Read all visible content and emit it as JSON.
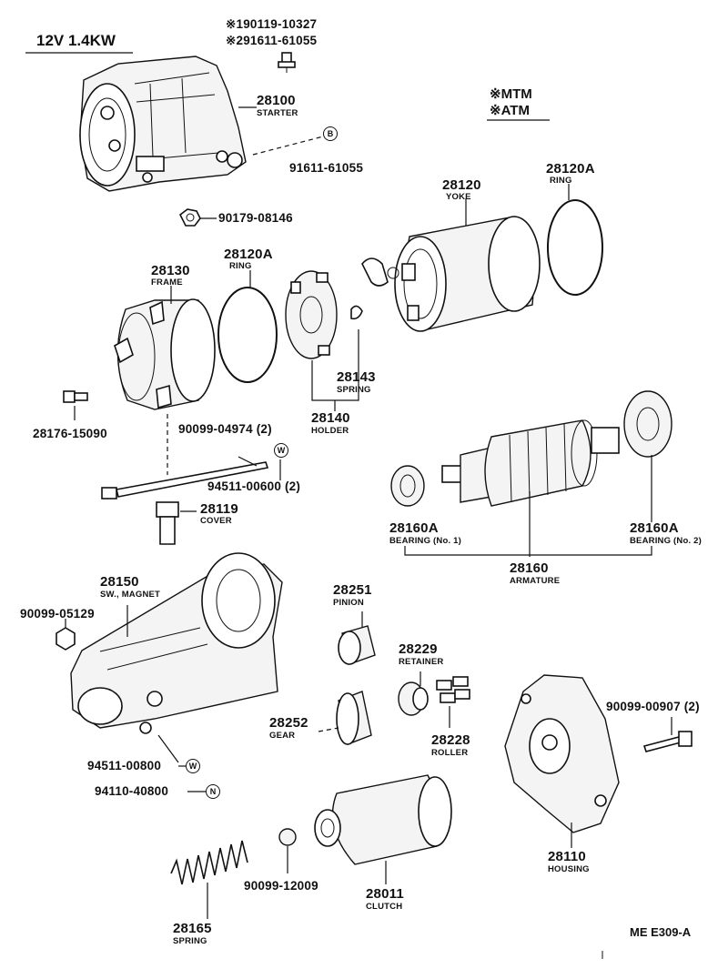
{
  "header": {
    "voltage": "12V 1.4KW",
    "note_line1": "※190119-10327",
    "note_line2": "※291611-61055"
  },
  "legend": {
    "mtm": "※MTM",
    "atm": "※ATM"
  },
  "parts": {
    "starter": {
      "num": "28100",
      "name": "STARTER"
    },
    "bolt_61055": {
      "pn": "91611-61055",
      "badge": "B"
    },
    "nut_08146": {
      "pn": "90179-08146"
    },
    "yoke": {
      "num": "28120",
      "name": "YOKE"
    },
    "ring_top": {
      "num": "28120A",
      "name": "RING"
    },
    "ring_mid": {
      "num": "28120A",
      "name": "RING"
    },
    "frame": {
      "num": "28130",
      "name": "FRAME"
    },
    "spring_28143": {
      "num": "28143",
      "name": "SPRING"
    },
    "holder": {
      "num": "28140",
      "name": "HOLDER"
    },
    "screw_15090": {
      "pn": "28176-15090"
    },
    "bolt_04974": {
      "pn": "90099-04974 (2)"
    },
    "washer_00600": {
      "pn": "94511-00600 (2)",
      "badge": "W"
    },
    "cover": {
      "num": "28119",
      "name": "COVER"
    },
    "bearing_1": {
      "num": "28160A",
      "name": "BEARING (No. 1)"
    },
    "bearing_2": {
      "num": "28160A",
      "name": "BEARING (No. 2)"
    },
    "armature": {
      "num": "28160",
      "name": "ARMATURE"
    },
    "sw_magnet": {
      "num": "28150",
      "name": "SW., MAGNET"
    },
    "bolt_05129": {
      "pn": "90099-05129"
    },
    "pinion": {
      "num": "28251",
      "name": "PINION"
    },
    "retainer": {
      "num": "28229",
      "name": "RETAINER"
    },
    "gear": {
      "num": "28252",
      "name": "GEAR"
    },
    "roller": {
      "num": "28228",
      "name": "ROLLER"
    },
    "bolt_00907": {
      "pn": "90099-00907 (2)"
    },
    "washer_00800": {
      "pn": "94511-00800",
      "badge": "W"
    },
    "nut_40800": {
      "pn": "94110-40800",
      "badge": "N"
    },
    "housing": {
      "num": "28110",
      "name": "HOUSING"
    },
    "clutch": {
      "num": "28011",
      "name": "CLUTCH"
    },
    "ball_12009": {
      "pn": "90099-12009"
    },
    "spring_28165": {
      "num": "28165",
      "name": "SPRING"
    }
  },
  "footer": {
    "ref": "ME E309-A"
  }
}
